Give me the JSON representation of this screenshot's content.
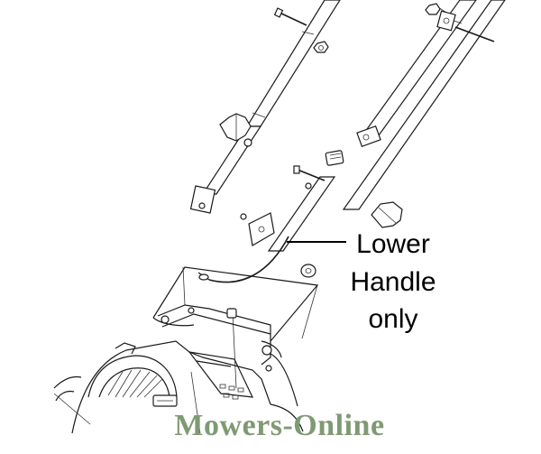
{
  "callout": {
    "line1": "Lower",
    "line2": "Handle",
    "line3": "only"
  },
  "watermark": {
    "text": "Mowers-Online",
    "color": "#7f9a73"
  }
}
